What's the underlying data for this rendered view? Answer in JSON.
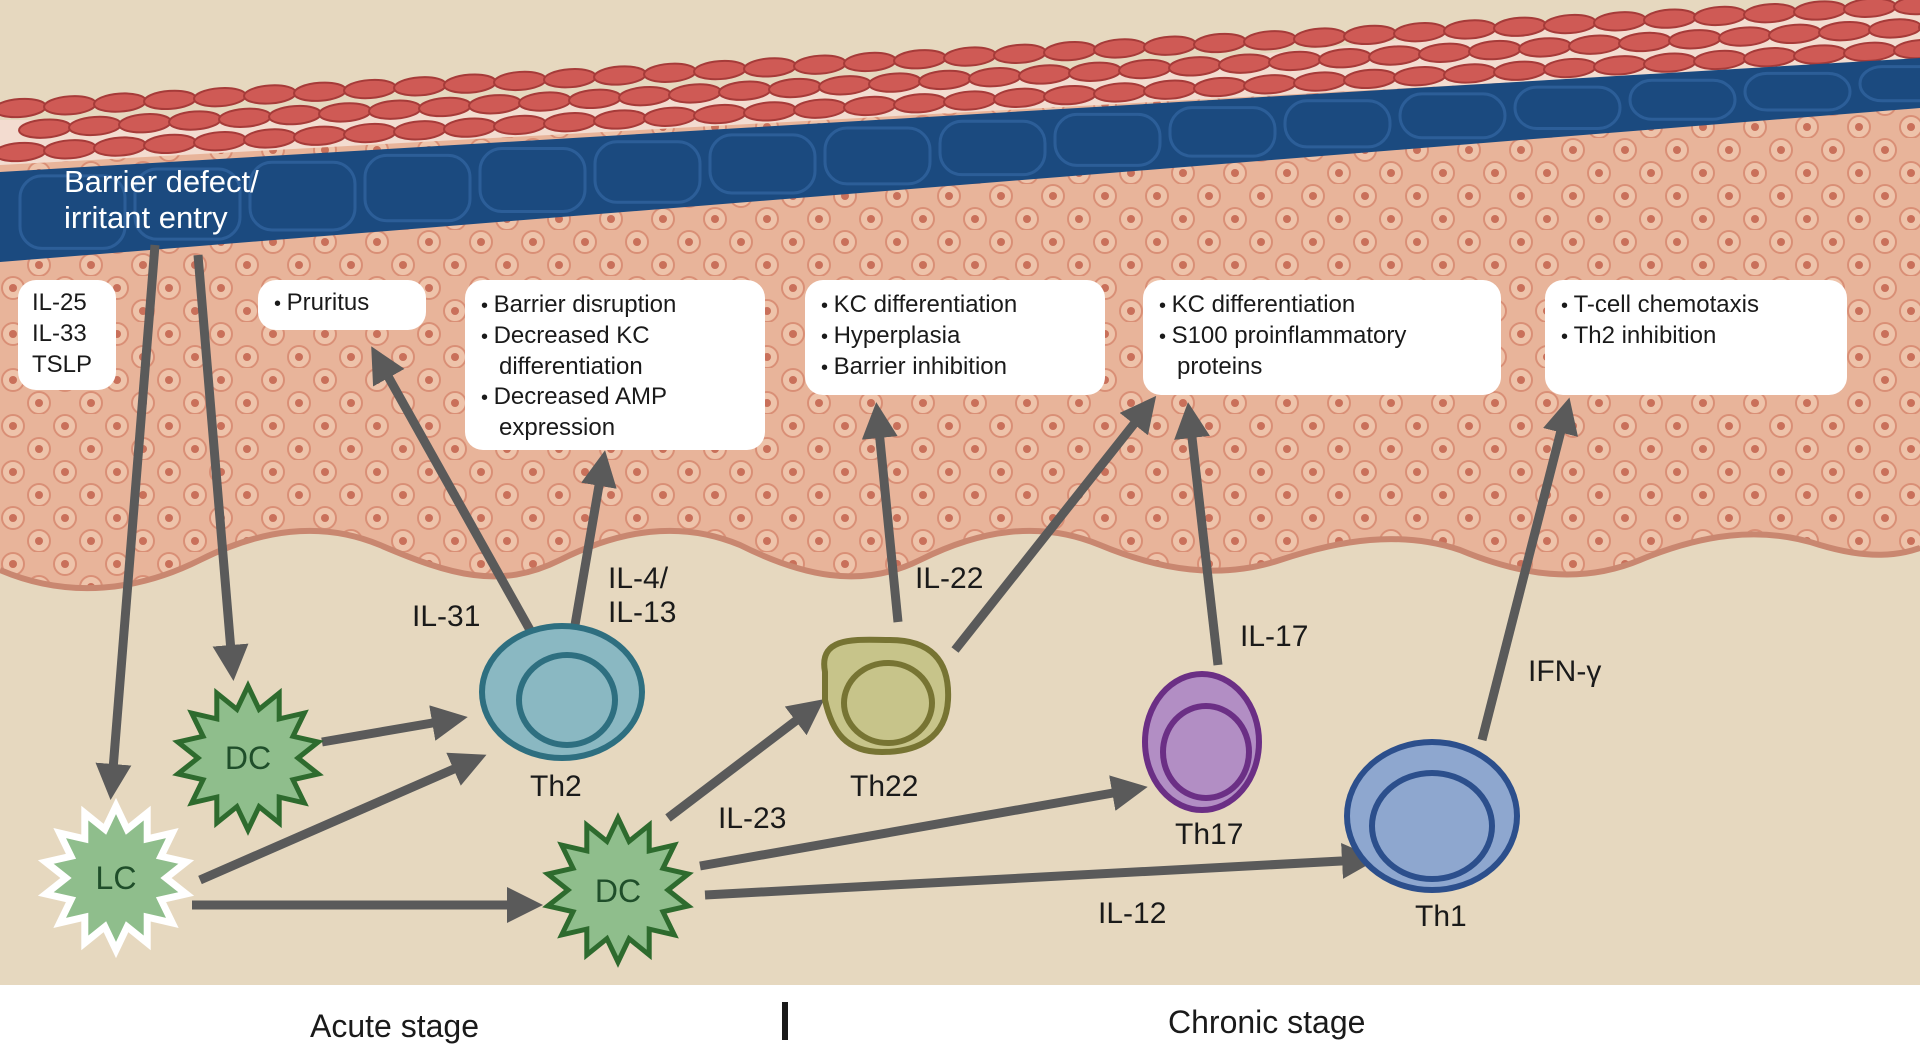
{
  "barrier_label": "Barrier defect/\nirritant entry",
  "boxes": {
    "alarmins": [
      "IL-25",
      "IL-33",
      "TSLP"
    ],
    "th2_il31": [
      "Pruritus"
    ],
    "th2_il4": [
      "Barrier disruption",
      "Decreased KC differentiation",
      "Decreased AMP expression"
    ],
    "th22": [
      "KC differentiation",
      "Hyperplasia",
      "Barrier inhibition"
    ],
    "th17": [
      "KC differentiation",
      "S100 proinflammatory proteins"
    ],
    "th1": [
      "T-cell chemotaxis",
      "Th2 inhibition"
    ]
  },
  "cytokines": {
    "il31": "IL-31",
    "il4_il13": "IL-4/\nIL-13",
    "il22": "IL-22",
    "il17": "IL-17",
    "ifng": "IFN-γ",
    "il23": "IL-23",
    "il12": "IL-12"
  },
  "cells": {
    "dc1": "DC",
    "dc2": "DC",
    "lc": "LC",
    "th2": "Th2",
    "th22": "Th22",
    "th17": "Th17",
    "th1": "Th1"
  },
  "stages": {
    "acute": "Acute stage",
    "chronic": "Chronic stage"
  },
  "colors": {
    "dermis": "#e6d8bf",
    "epidermis": "#e8b49a",
    "barrier": "#1b4a7f",
    "stratum": "#c9504e",
    "arrow": "#5a5a5a",
    "dc_fill": "#8fbe8c",
    "dc_stroke": "#2e6b2e",
    "th2_fill": "#8ab8c2",
    "th2_stroke": "#2e6f80",
    "th22_fill": "#c7c48a",
    "th22_stroke": "#777433",
    "th17_fill": "#b28ec4",
    "th17_stroke": "#6b2f85",
    "th1_fill": "#8ea7cf",
    "th1_stroke": "#2c4f8c"
  }
}
